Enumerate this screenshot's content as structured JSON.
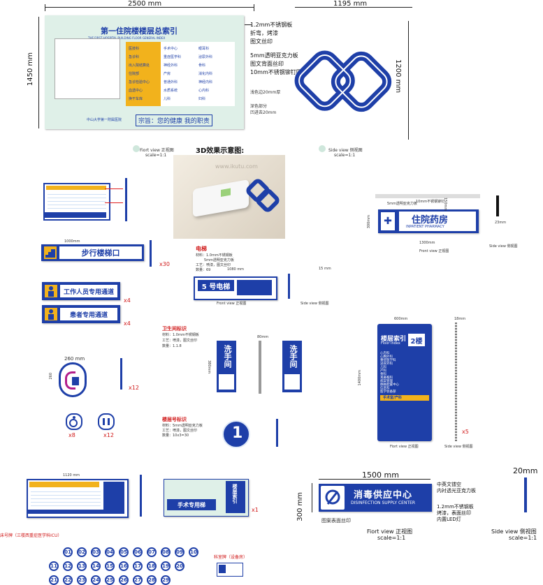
{
  "top": {
    "width_label": "2500 mm",
    "height_label": "1450 mm",
    "main_title": "第一住院楼楼层总索引",
    "main_subtitle": "THE FIRST HOSPITAL BUILDING FLOOR GENERAL INDEX",
    "footer_logo": "中山大学第一附属医院",
    "footer_slogan": "宗旨：您的健康 我的职责",
    "annotations": [
      "1.2mm不锈钢板",
      "折弯，烤漆",
      "图文丝印",
      "5mm透明亚克力板",
      "图文背面丝印",
      "10mm不锈钢铆钉固定"
    ],
    "front_view": "Fiort view 正视图",
    "scale": "scale=1:1",
    "index_col1": [
      "医技科",
      "急诊科",
      "出入院结算处",
      "住院部",
      "急诊检验中心",
      "血透中心",
      "换干车库"
    ],
    "index_col2": [
      "手术中心",
      "重症医学科",
      "神经外科",
      "产房",
      "普通外科",
      "水质系统",
      "儿科"
    ],
    "index_col3": [
      "眼耳科",
      "泌尿外科",
      "骨科",
      "消化内科",
      "神经内科",
      "心内科",
      "妇科"
    ]
  },
  "logo_diagram": {
    "width_label": "1195 mm",
    "height_label": "1200 mm",
    "annotation1": "浅色边20mm厚",
    "annotation2": "深色部分",
    "annotation3": "凹进去20mm",
    "side_view": "Side view 侧视图",
    "scale": "scale=1:1"
  },
  "effect_title": "3D效果示意图:",
  "watermark": "www.ikutu.com",
  "pharmacy": {
    "name_cn": "住院药房",
    "name_en": "INPATIENT PHARMACY",
    "width": "1300mm",
    "height": "300mm",
    "depth": "150mm",
    "side_width": "23mm",
    "note1": "5mm透明亚克力板",
    "note2": "10mm不锈钢铆钉",
    "front_view": "Front view 正视图",
    "side_view": "Side view 侧视图"
  },
  "stairs": {
    "label": "步行楼梯口",
    "width": "1000mm",
    "count": "x30"
  },
  "staff_channel": {
    "label": "工作人员专用通道",
    "count": "x4"
  },
  "patient_channel": {
    "label": "患者专用通道",
    "count": "x4"
  },
  "elevator": {
    "section_title": "电梯",
    "material": "材料：1.0mm不锈钢板",
    "material2": "5mm透明亚克力板",
    "craft": "工艺：喷漆，图文丝印",
    "qty": "数量：69",
    "width": "1080 mm",
    "depth": "15 mm",
    "name": "5 号电梯",
    "front_view": "Front view 正视图",
    "side_view": "Side view 侧视图"
  },
  "toilet_round": {
    "width": "260 mm",
    "height": "260",
    "count": "x12"
  },
  "toilet_section": {
    "title": "卫生间标识",
    "material": "材料：1.0mm不锈钢板",
    "craft": "工艺：喷漆，图文丝印",
    "qty": "数量：1.1.8",
    "height": "380mm",
    "depth": "80mm",
    "label": "洗手间"
  },
  "small_signs": {
    "count1": "x8",
    "count2": "x12"
  },
  "floor_number": {
    "title": "楼层号标识",
    "material": "材料：5mm透明亚克力板",
    "craft": "工艺：喷漆，图文丝印",
    "qty": "数量：10x3=30",
    "number": "1"
  },
  "floor_index": {
    "title": "楼层索引",
    "subtitle": "Floor Index",
    "floor": "2楼",
    "width": "600mm",
    "height": "1400mm",
    "depth": "18mm",
    "highlight": "手术室/产科",
    "count": "x5",
    "front_view": "Fiort view 正视图",
    "side_view": "Side view 侧视图",
    "rows": [
      "心内科",
      "心胸外科",
      "重症医学科",
      "泌尿外科",
      "儿科",
      "产科",
      "骨科",
      "耳鼻喉科",
      "病案管理",
      "静脉配置中心",
      "信息科",
      "医学装备部"
    ]
  },
  "bottom_left": {
    "width": "1120 mm",
    "elevator_label": "手术专用梯",
    "count": "x1",
    "index_title": "楼层索引"
  },
  "disinfection": {
    "width": "1500 mm",
    "height": "300 mm",
    "depth": "20mm",
    "name_cn": "消毒供应中心",
    "name_en": "DISINFECTION SUPPLY CENTER",
    "note1": "中英文镂空",
    "note2": "内衬透光亚克力板",
    "note3": "1.2mm不锈钢板",
    "note4": "烤漆，表面丝印",
    "note5": "内置LED灯",
    "note6": "图案表面丝印",
    "front_view": "Fiort view 正视图",
    "side_view": "Side view 侧视图",
    "scale": "scale=1:1"
  },
  "bed_numbers": {
    "title": "床号牌（三楼西重症医学科ICU）",
    "numbers": [
      "01",
      "02",
      "03",
      "04",
      "05",
      "06",
      "07",
      "08",
      "09",
      "10",
      "11",
      "12",
      "13",
      "14",
      "15",
      "16",
      "17",
      "18",
      "19",
      "20",
      "21",
      "22",
      "23",
      "24",
      "25",
      "26",
      "27",
      "28",
      "29"
    ]
  },
  "dept_sign": {
    "title": "科室牌（设备房）"
  },
  "colors": {
    "primary_blue": "#1e3fa8",
    "light_panel": "#dff0e8",
    "accent_yellow": "#f2b21c",
    "red": "#e02020"
  }
}
